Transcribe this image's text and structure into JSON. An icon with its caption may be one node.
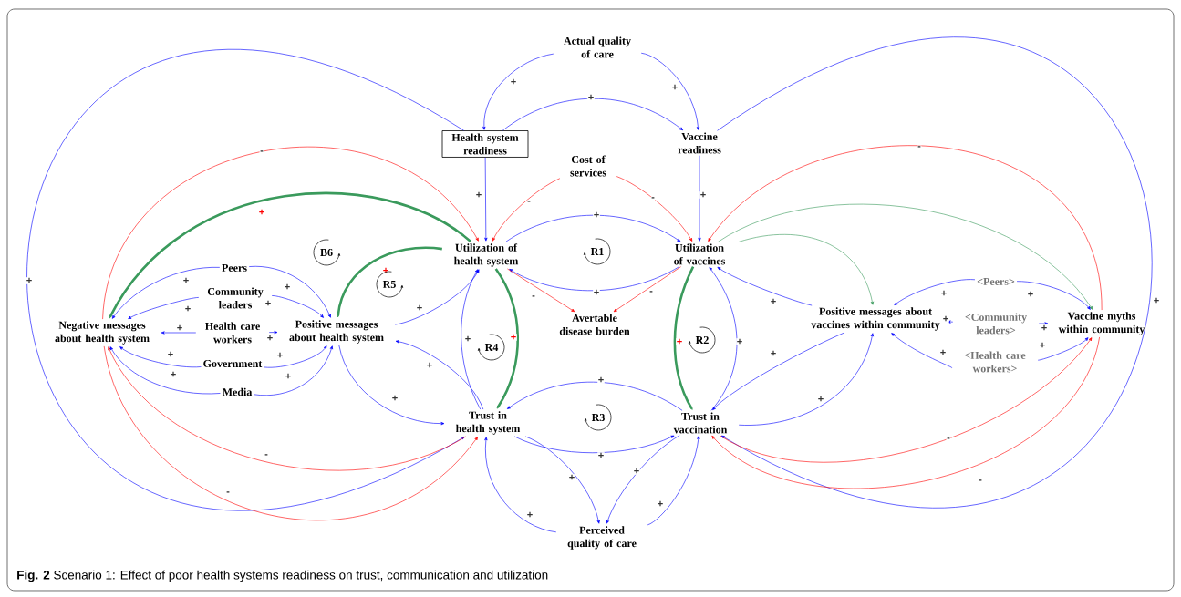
{
  "diagram": {
    "caption": "**Fig. 2** Scenario 1: Effect of poor health systems readiness on trust, communication and utilization",
    "nodes": [
      {
        "text": [
          "Actual quality of care"
        ]
      },
      {
        "text": [
          "Health system readiness"
        ]
      },
      {
        "text": [
          "Vaccine readiness"
        ]
      },
      {
        "text": [
          "Cost of services"
        ]
      },
      {
        "text": [
          "Utilization of health system"
        ]
      },
      {
        "text": [
          "Utilization of vaccines"
        ]
      },
      {
        "text": [
          "Negative messages about health system"
        ]
      },
      {
        "text": [
          "Peers"
        ]
      },
      {
        "text": [
          "Community leaders"
        ]
      },
      {
        "text": [
          "Health care workers"
        ]
      },
      {
        "text": [
          "Positive messages about health system"
        ]
      },
      {
        "text": [
          "Government"
        ]
      },
      {
        "text": [
          "Media"
        ]
      },
      {
        "text": [
          "Avertable disease burden"
        ]
      },
      {
        "text": [
          "Positive messages about vaccines within community"
        ]
      },
      {
        "text": [
          "<Peers>"
        ]
      },
      {
        "text": [
          "<Community leaders>"
        ]
      },
      {
        "text": [
          "Vaccine myths within community"
        ]
      },
      {
        "text": [
          "<Health care workers>"
        ]
      },
      {
        "text": [
          "Trust in health system"
        ]
      },
      {
        "text": [
          "Trust in vaccination"
        ]
      },
      {
        "text": [
          "Perceived quality of care"
        ]
      }
    ],
    "edges": [
      {
        "from": 0,
        "to": 1,
        "arrow": "to",
        "label": "+"
      },
      {
        "from": 0,
        "to": 2,
        "arrow": "to",
        "label": "+"
      },
      {
        "from": 1,
        "to": 2,
        "arrow": "to",
        "label": "+"
      },
      {
        "from": 1,
        "to": 19,
        "arrow": "to",
        "label": "+"
      },
      {
        "from": 1,
        "to": 4,
        "arrow": "to",
        "label": "+"
      },
      {
        "from": 2,
        "to": 5,
        "arrow": "to",
        "label": "+"
      },
      {
        "from": 2,
        "to": 20,
        "arrow": "to",
        "label": "+"
      },
      {
        "from": 3,
        "to": 4,
        "arrow": "to",
        "label": "-",
        "color": "#ff0000"
      },
      {
        "from": 3,
        "to": 5,
        "arrow": "to",
        "label": "-",
        "color": "#ff0000"
      },
      {
        "from": 4,
        "to": 5,
        "arrow": "to",
        "label": "+"
      },
      {
        "from": 5,
        "to": 4,
        "arrow": "to",
        "label": "+"
      },
      {
        "from": 4,
        "to": 13,
        "arrow": "to",
        "label": "-",
        "color": "#ff0000"
      },
      {
        "from": 5,
        "to": 13,
        "arrow": "to",
        "label": "-",
        "color": "#ff0000"
      },
      {
        "from": 6,
        "to": 4,
        "arrow": "to",
        "label": "-",
        "color": "#ff0000"
      },
      {
        "from": 4,
        "to": 6,
        "arrow": "to",
        "label": "+",
        "style": "thick",
        "color": "#3a9a5c"
      },
      {
        "from": 4,
        "to": 10,
        "arrow": "to",
        "label": "+",
        "style": "thick",
        "color": "#3a9a5c"
      },
      {
        "from": 10,
        "to": 4,
        "arrow": "to",
        "label": "+"
      },
      {
        "from": 19,
        "to": 4,
        "arrow": "to",
        "label": "+"
      },
      {
        "from": 4,
        "to": 19,
        "arrow": "to",
        "label": "+",
        "style": "thick",
        "color": "#3a9a5c"
      },
      {
        "from": 10,
        "to": 19,
        "arrow": "to",
        "label": "+"
      },
      {
        "from": 19,
        "to": 10,
        "arrow": "to",
        "label": "+"
      },
      {
        "from": 6,
        "to": 19,
        "arrow": "to",
        "label": "-",
        "color": "#ff0000"
      },
      {
        "from": 19,
        "to": 6,
        "arrow": "to",
        "label": "-",
        "color": "#ff0000"
      },
      {
        "from": 7,
        "to": 6,
        "arrow": "to",
        "label": "+"
      },
      {
        "from": 7,
        "to": 10,
        "arrow": "to",
        "label": "+"
      },
      {
        "from": 8,
        "to": 6,
        "arrow": "to",
        "label": "+"
      },
      {
        "from": 8,
        "to": 10,
        "arrow": "to",
        "label": "+"
      },
      {
        "from": 9,
        "to": 6,
        "arrow": "to",
        "label": "+"
      },
      {
        "from": 9,
        "to": 10,
        "arrow": "to",
        "label": "+"
      },
      {
        "from": 11,
        "to": 6,
        "arrow": "to",
        "label": "+"
      },
      {
        "from": 11,
        "to": 10,
        "arrow": "to",
        "label": "+"
      },
      {
        "from": 12,
        "to": 6,
        "arrow": "to",
        "label": "+"
      },
      {
        "from": 12,
        "to": 10,
        "arrow": "to",
        "label": "+"
      },
      {
        "from": 20,
        "to": 19,
        "arrow": "to",
        "label": "+"
      },
      {
        "from": 19,
        "to": 20,
        "arrow": "to",
        "label": "+"
      },
      {
        "from": 19,
        "to": 21,
        "arrow": "to",
        "label": "+"
      },
      {
        "from": 21,
        "to": 19,
        "arrow": "to",
        "label": "+"
      },
      {
        "from": 20,
        "to": 21,
        "arrow": "to",
        "label": "+"
      },
      {
        "from": 21,
        "to": 20,
        "arrow": "to",
        "label": "+"
      },
      {
        "from": 5,
        "to": 20,
        "arrow": "to",
        "label": "+",
        "style": "thick",
        "color": "#3a9a5c"
      },
      {
        "from": 20,
        "to": 5,
        "arrow": "to",
        "label": "+"
      },
      {
        "from": 14,
        "to": 5,
        "arrow": "to",
        "label": "+"
      },
      {
        "from": 14,
        "to": 20,
        "arrow": "to",
        "label": "+"
      },
      {
        "from": 20,
        "to": 14,
        "arrow": "to",
        "label": "+"
      },
      {
        "from": 5,
        "to": 14,
        "arrow": "to",
        "color": "#3a9a5c"
      },
      {
        "from": 5,
        "to": 17,
        "arrow": "to",
        "color": "#3a9a5c"
      },
      {
        "from": 17,
        "to": 5,
        "arrow": "to",
        "label": "-",
        "color": "#ff0000"
      },
      {
        "from": 20,
        "to": 17,
        "arrow": "to",
        "label": "-",
        "color": "#ff0000"
      },
      {
        "from": 17,
        "to": 20,
        "arrow": "to",
        "label": "-",
        "color": "#ff0000"
      },
      {
        "from": 15,
        "to": 14,
        "arrow": "to",
        "label": "+"
      },
      {
        "from": 15,
        "to": 17,
        "arrow": "to",
        "label": "+"
      },
      {
        "from": 16,
        "to": 14,
        "arrow": "to",
        "label": "+"
      },
      {
        "from": 16,
        "to": 17,
        "arrow": "to",
        "label": "+"
      },
      {
        "from": 18,
        "to": 14,
        "arrow": "to",
        "label": "+"
      },
      {
        "from": 18,
        "to": 17,
        "arrow": "to",
        "label": "+"
      }
    ],
    "labels": [
      "B6",
      "R1",
      "R5",
      "R2",
      "R4",
      "R3"
    ]
  }
}
